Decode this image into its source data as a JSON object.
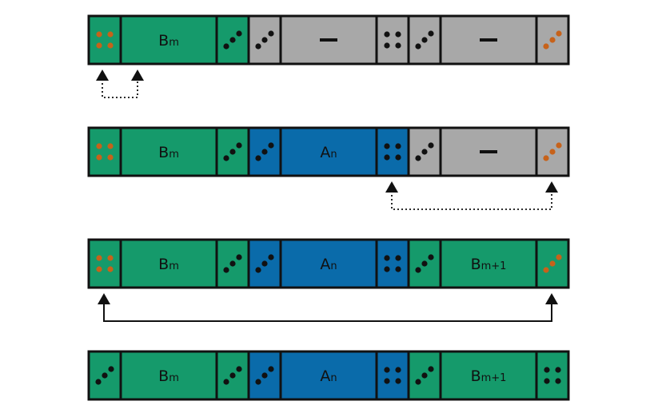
{
  "colors": {
    "green": "#159A6B",
    "blue": "#0A6BAA",
    "gray": "#A8A8A8",
    "black": "#111111",
    "orange": "#C7621A",
    "outline": "#111111"
  },
  "rows": [
    {
      "cells": [
        {
          "color": "green",
          "kind": "dots4",
          "dot_color": "orange"
        },
        {
          "color": "green",
          "kind": "label",
          "main": "B",
          "sub": "m"
        },
        {
          "color": "green",
          "kind": "dots3",
          "dot_color": "black"
        },
        {
          "color": "gray",
          "kind": "dots3",
          "dot_color": "black"
        },
        {
          "color": "gray",
          "kind": "label",
          "main": "–",
          "sub": ""
        },
        {
          "color": "gray",
          "kind": "dots4",
          "dot_color": "black"
        },
        {
          "color": "gray",
          "kind": "dots3",
          "dot_color": "black"
        },
        {
          "color": "gray",
          "kind": "label",
          "main": "–",
          "sub": ""
        },
        {
          "color": "gray",
          "kind": "dots3",
          "dot_color": "orange"
        }
      ],
      "link": {
        "from_cell": 0,
        "to_cell": 1,
        "style": "dotted"
      }
    },
    {
      "cells": [
        {
          "color": "green",
          "kind": "dots4",
          "dot_color": "orange"
        },
        {
          "color": "green",
          "kind": "label",
          "main": "B",
          "sub": "m"
        },
        {
          "color": "green",
          "kind": "dots3",
          "dot_color": "black"
        },
        {
          "color": "blue",
          "kind": "dots3",
          "dot_color": "black"
        },
        {
          "color": "blue",
          "kind": "label",
          "main": "A",
          "sub": "n"
        },
        {
          "color": "blue",
          "kind": "dots4",
          "dot_color": "black"
        },
        {
          "color": "gray",
          "kind": "dots3",
          "dot_color": "black"
        },
        {
          "color": "gray",
          "kind": "label",
          "main": "–",
          "sub": ""
        },
        {
          "color": "gray",
          "kind": "dots3",
          "dot_color": "orange"
        }
      ],
      "link": {
        "from_cell": 5,
        "to_cell": 8,
        "style": "dotted"
      }
    },
    {
      "cells": [
        {
          "color": "green",
          "kind": "dots4",
          "dot_color": "orange"
        },
        {
          "color": "green",
          "kind": "label",
          "main": "B",
          "sub": "m"
        },
        {
          "color": "green",
          "kind": "dots3",
          "dot_color": "black"
        },
        {
          "color": "blue",
          "kind": "dots3",
          "dot_color": "black"
        },
        {
          "color": "blue",
          "kind": "label",
          "main": "A",
          "sub": "n"
        },
        {
          "color": "blue",
          "kind": "dots4",
          "dot_color": "black"
        },
        {
          "color": "green",
          "kind": "dots3",
          "dot_color": "black"
        },
        {
          "color": "green",
          "kind": "label",
          "main": "B",
          "sub": "m+1"
        },
        {
          "color": "green",
          "kind": "dots3",
          "dot_color": "orange"
        }
      ],
      "link": {
        "from_cell": 0,
        "to_cell": 8,
        "style": "solid"
      }
    },
    {
      "cells": [
        {
          "color": "green",
          "kind": "dots3",
          "dot_color": "black"
        },
        {
          "color": "green",
          "kind": "label",
          "main": "B",
          "sub": "m"
        },
        {
          "color": "green",
          "kind": "dots3",
          "dot_color": "black"
        },
        {
          "color": "blue",
          "kind": "dots3",
          "dot_color": "black"
        },
        {
          "color": "blue",
          "kind": "label",
          "main": "A",
          "sub": "n"
        },
        {
          "color": "blue",
          "kind": "dots4",
          "dot_color": "black"
        },
        {
          "color": "green",
          "kind": "dots3",
          "dot_color": "black"
        },
        {
          "color": "green",
          "kind": "label",
          "main": "B",
          "sub": "m+1"
        },
        {
          "color": "green",
          "kind": "dots4",
          "dot_color": "black"
        }
      ],
      "link": null
    }
  ]
}
